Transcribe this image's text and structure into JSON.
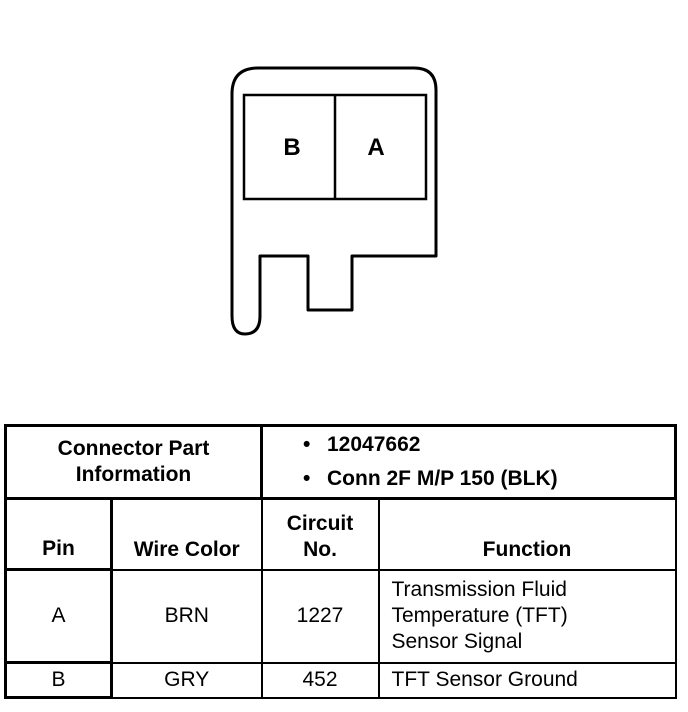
{
  "connector": {
    "pins": [
      {
        "label": "B"
      },
      {
        "label": "A"
      }
    ]
  },
  "table": {
    "part_info_label_line1": "Connector Part",
    "part_info_label_line2": "Information",
    "part_numbers": [
      "12047662",
      "Conn 2F M/P 150 (BLK)"
    ],
    "bullet": "•",
    "headers": {
      "pin": "Pin",
      "wire_color": "Wire Color",
      "circuit_line1": "Circuit",
      "circuit_line2": "No.",
      "function": "Function"
    },
    "rows": [
      {
        "pin": "A",
        "wire_color": "BRN",
        "circuit": "1227",
        "function_lines": [
          "Transmission Fluid",
          "Temperature (TFT)",
          "Sensor Signal"
        ]
      },
      {
        "pin": "B",
        "wire_color": "GRY",
        "circuit": "452",
        "function_lines": [
          "TFT Sensor Ground"
        ]
      }
    ]
  }
}
